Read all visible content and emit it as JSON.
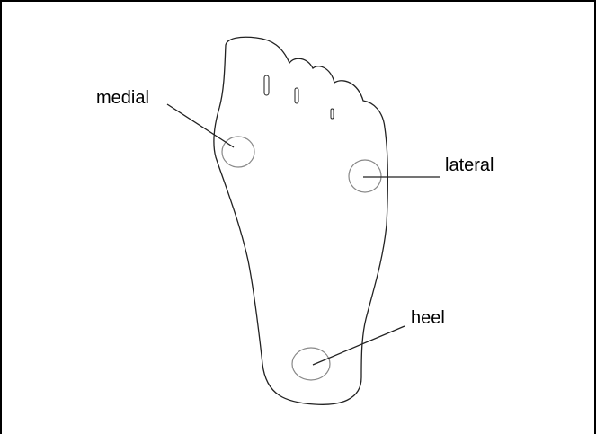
{
  "labels": {
    "medial": "medial",
    "lateral": "lateral",
    "heel": "heel"
  },
  "colors": {
    "outline": "#222222",
    "sensor": "#888888",
    "frame": "#000000"
  }
}
